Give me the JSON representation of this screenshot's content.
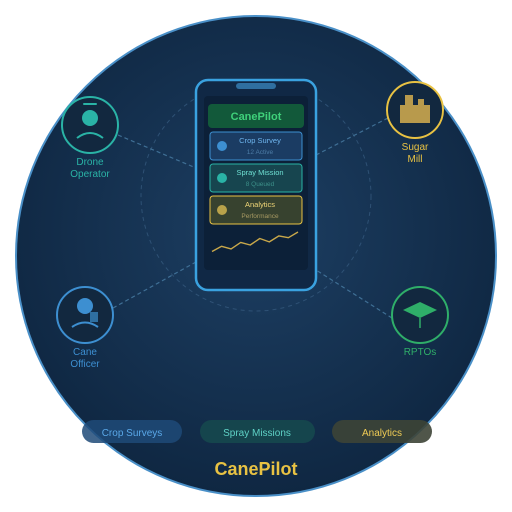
{
  "colors": {
    "bg_outer": "#0f2742",
    "bg_inner": "#1d3f63",
    "circle_stroke": "#4a90c8",
    "teal": "#2ab3a6",
    "gold": "#e8c243",
    "blue": "#3d8fd1",
    "green": "#2fae69",
    "phone_stroke": "#3aa2e0",
    "header_bg": "#12593a",
    "header_text": "#3fd07a"
  },
  "phone": {
    "app_title": "CanePilot",
    "cards": [
      {
        "title": "Crop Survey",
        "subtitle": "12 Active",
        "dot_color": "#3d8fd1",
        "title_color": "#6fb6ef",
        "sub_color": "#4d7ca6",
        "fill": "#1b3c63",
        "stroke": "#3d8fd1"
      },
      {
        "title": "Spray Mission",
        "subtitle": "8 Queued",
        "dot_color": "#2ab3a6",
        "title_color": "#6fe0d3",
        "sub_color": "#3c8f88",
        "fill": "#17454f",
        "stroke": "#2ab3a6"
      },
      {
        "title": "Analytics",
        "subtitle": "Performance",
        "dot_color": "#b9a24a",
        "title_color": "#f0d677",
        "sub_color": "#a89a63",
        "fill": "#37422f",
        "stroke": "#e8c243"
      }
    ],
    "trend": [
      0.25,
      0.45,
      0.35,
      0.6,
      0.5,
      0.75,
      0.62,
      0.85,
      0.78,
      1.0
    ]
  },
  "nodes": {
    "drone_operator": {
      "lines": [
        "Drone",
        "Operator"
      ],
      "color": "#2ab3a6",
      "icon": "person-icon"
    },
    "sugar_mill": {
      "lines": [
        "Sugar",
        "Mill"
      ],
      "color": "#e8c243",
      "icon": "factory-icon"
    },
    "cane_officer": {
      "lines": [
        "Cane",
        "Officer"
      ],
      "color": "#3d8fd1",
      "icon": "officer-icon"
    },
    "rptos": {
      "lines": [
        "RPTOs"
      ],
      "color": "#2fae69",
      "icon": "drone-icon"
    }
  },
  "pills": [
    {
      "label": "Crop Surveys",
      "fill": "#1e4a78",
      "text_color": "#5aa8e8"
    },
    {
      "label": "Spray Missions",
      "fill": "#16484e",
      "text_color": "#5fd2c6"
    },
    {
      "label": "Analytics",
      "fill": "#3d4436",
      "text_color": "#f0cc55"
    }
  ],
  "footer_title": "CanePilot"
}
